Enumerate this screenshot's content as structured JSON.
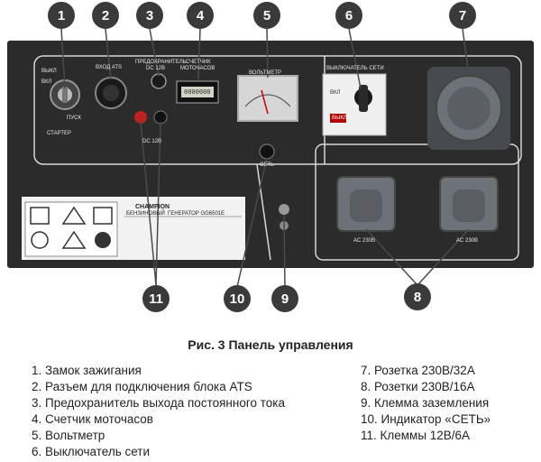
{
  "callouts": [
    "1",
    "2",
    "3",
    "4",
    "5",
    "6",
    "7",
    "11",
    "10",
    "9",
    "8"
  ],
  "panel": {
    "vykl": "ВЫКЛ",
    "vkl": "ВКЛ",
    "pusk": "ПУСК",
    "starter": "СТАРТЕР",
    "ats": "ВХОД ATS",
    "fuse_line1": "ПРЕДОХРАНИТЕЛЬ",
    "fuse_line2": "DC 12B",
    "hours_line1": "СЧЕТЧИК",
    "hours_line2": "МОТОЧАСОВ",
    "voltmeter": "ВОЛЬТМЕТР",
    "switch_title": "ВЫКЛЮЧАТЕЛЬ СЕТИ",
    "switch_on": "ВКЛ",
    "switch_off": "ВЫКЛ",
    "dc": "DC 12B",
    "set": "СЕТЬ",
    "ac1": "AC 230В",
    "ac2": "AC 230В",
    "brand": "CHAMPION",
    "benz": "БЕНЗИНОВЫЙ",
    "gen": "ГЕНЕРАТОР GG6501E",
    "counter": "0000000"
  },
  "caption": "Рис. 3 Панель управления",
  "left_list": [
    "1. Замок зажигания",
    "2. Разъем для подключения блока ATS",
    "3. Предохранитель выхода постоянного тока",
    "4. Счетчик моточасов",
    "5. Вольтметр",
    "6. Выключатель сети"
  ],
  "right_list": [
    "7. Розетка 230В/32А",
    "8. Розетки 230В/16А",
    "9. Клемма заземления",
    "10. Индикатор «СЕТЬ»",
    "11. Клеммы 12В/6А"
  ],
  "colors": {
    "panel": "#2b2b2b",
    "callout": "#3a3a3a",
    "socket": "#6d7278",
    "label_bg": "#f2f2f2"
  }
}
